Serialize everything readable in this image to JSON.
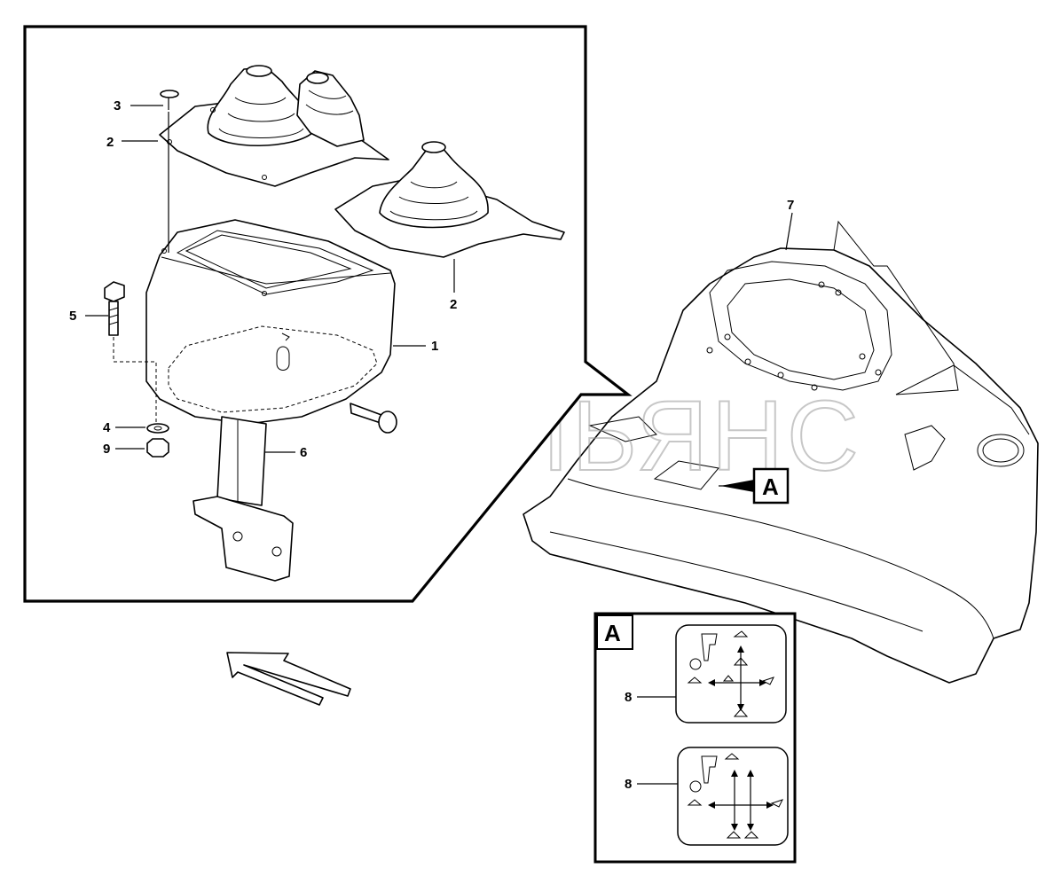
{
  "watermark": "АВТОАЛЬЯНС",
  "callouts": {
    "c1": "1",
    "c2a": "2",
    "c2b": "2",
    "c3": "3",
    "c4": "4",
    "c5": "5",
    "c6": "6",
    "c7": "7",
    "c8a": "8",
    "c8b": "8",
    "c9": "9"
  },
  "view_marker": "A",
  "detail_title": "A"
}
